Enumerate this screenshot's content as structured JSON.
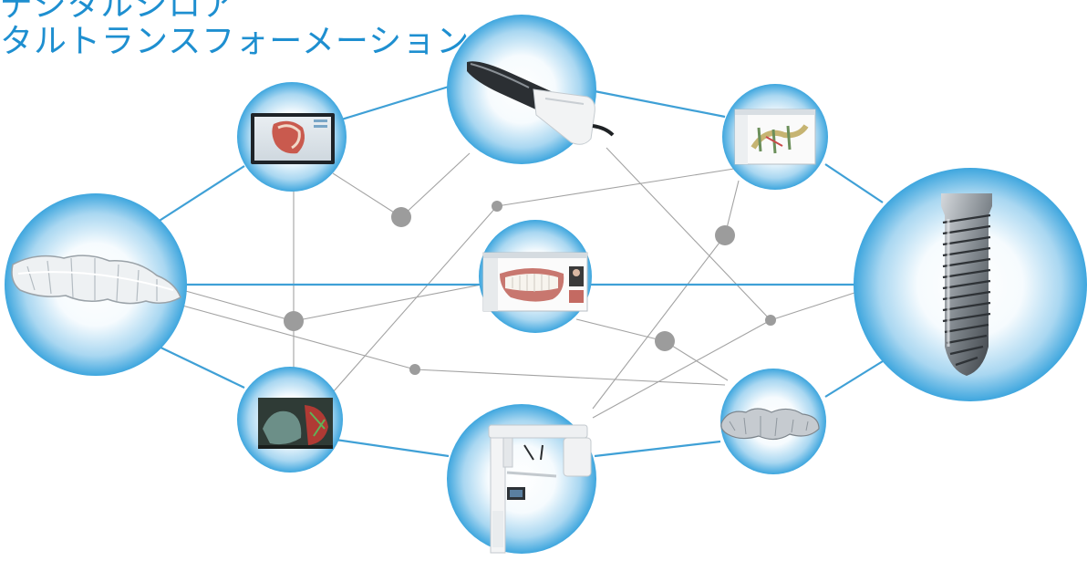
{
  "title": {
    "line1": "デジタルシロア",
    "line2": "タルトランスフォーメーション"
  },
  "colors": {
    "title": "#1e8fd0",
    "node_edge": "#43a8de",
    "node_center": "#ffffff",
    "link_primary": "#3fa0d6",
    "link_secondary": "#9a9a9a",
    "hub": "#9c9c9c"
  },
  "nodes": [
    {
      "id": "aligners",
      "depicts": "clear aligners"
    },
    {
      "id": "design-software",
      "depicts": "design software monitor"
    },
    {
      "id": "intraoral-scanner",
      "depicts": "intraoral scanner"
    },
    {
      "id": "implant-planning",
      "depicts": "implant planning software"
    },
    {
      "id": "smile-design",
      "depicts": "smile design software"
    },
    {
      "id": "dental-implant",
      "depicts": "dental implant"
    },
    {
      "id": "cbct-view",
      "depicts": "CBCT visualization screen"
    },
    {
      "id": "cbct-unit",
      "depicts": "CBCT / panoramic x-ray unit"
    },
    {
      "id": "scan-model",
      "depicts": "3D scan model of teeth"
    }
  ]
}
